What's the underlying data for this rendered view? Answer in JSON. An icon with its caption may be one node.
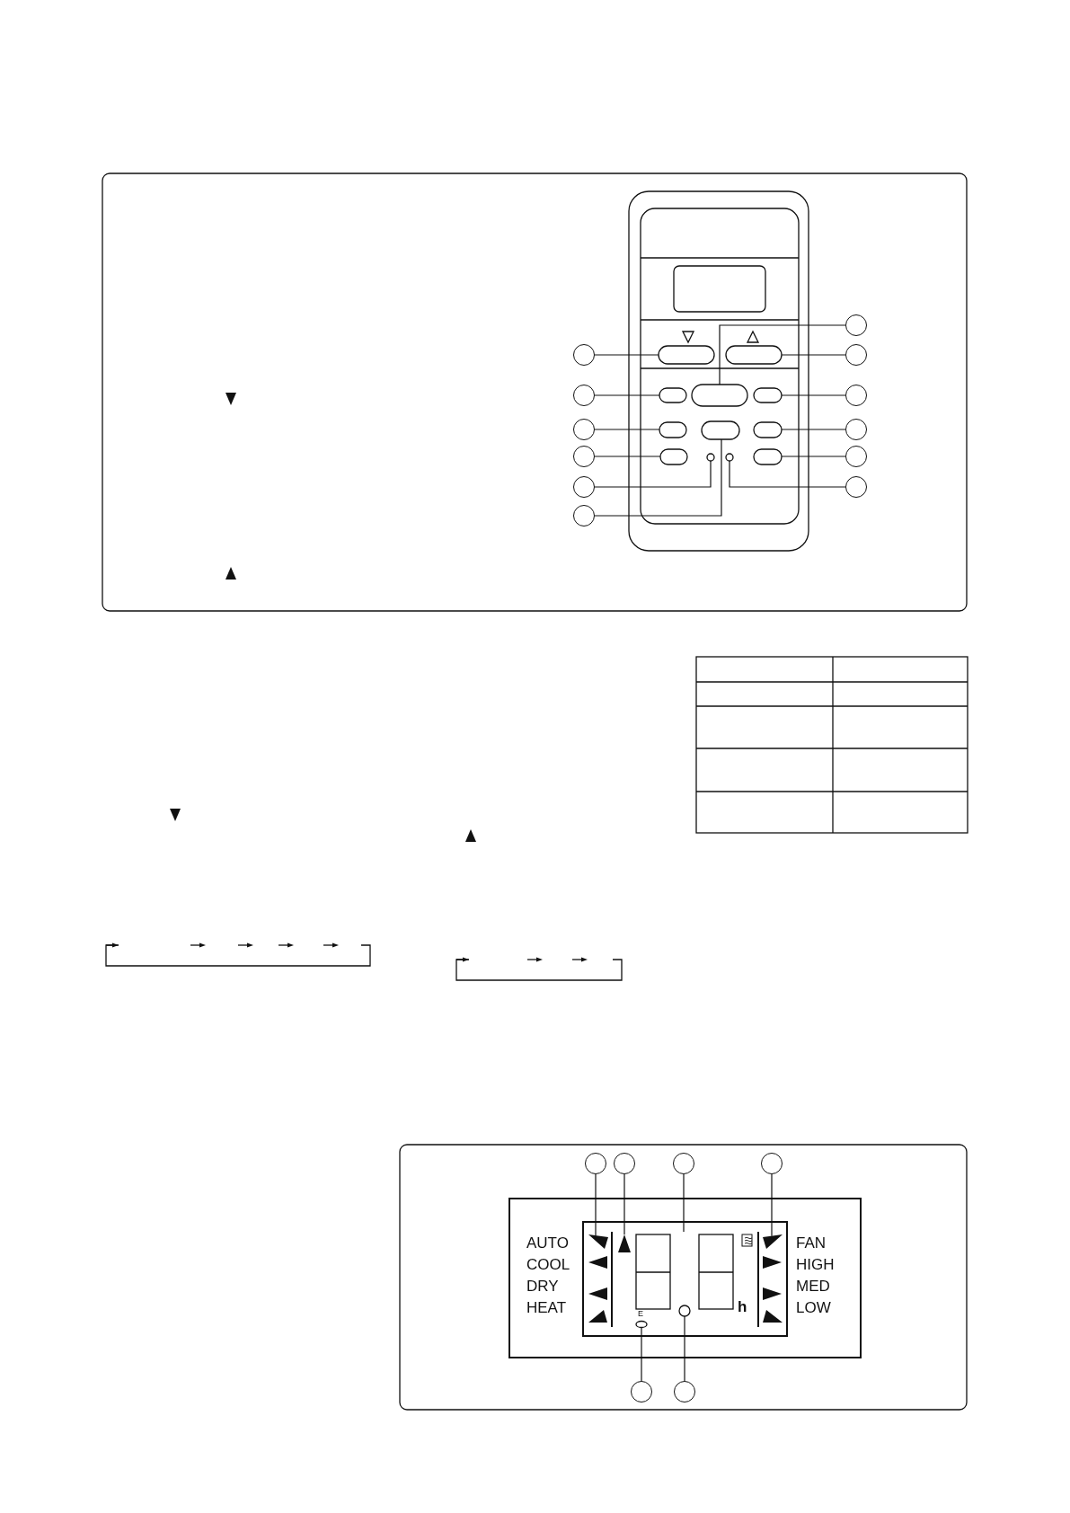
{
  "diagram": {
    "nodes": [
      {
        "text": [],
        "shape": "circle"
      },
      {
        "text": [],
        "shape": "circle"
      },
      {
        "text": [],
        "shape": "circle"
      },
      {
        "text": [],
        "shape": "circle"
      },
      {
        "text": [],
        "shape": "circle"
      },
      {
        "text": [],
        "shape": "circle"
      },
      {
        "text": [],
        "shape": "circle"
      },
      {
        "text": [],
        "shape": "circle"
      },
      {
        "text": [],
        "shape": "circle"
      },
      {
        "text": [],
        "shape": "circle"
      },
      {
        "text": [],
        "shape": "circle"
      },
      {
        "text": [],
        "shape": "circle"
      },
      {
        "text": [],
        "shape": "circle"
      },
      {
        "text": [],
        "shape": "circle"
      },
      {
        "text": [],
        "shape": "circle"
      },
      {
        "text": [],
        "shape": "circle"
      },
      {
        "text": [],
        "shape": "circle"
      },
      {
        "text": [],
        "shape": "circle"
      },
      {
        "text": [],
        "shape": "box"
      },
      {
        "text": [],
        "shape": "box"
      },
      {
        "text": [],
        "shape": "box"
      },
      {
        "text": [],
        "shape": "box"
      },
      {
        "text": [],
        "shape": "circle"
      },
      {
        "text": [],
        "shape": "box"
      },
      {
        "text": [],
        "shape": "box"
      },
      {
        "text": [],
        "shape": "box"
      },
      {
        "text": [],
        "shape": "box"
      },
      {
        "text": [],
        "shape": "box"
      },
      {
        "text": [],
        "shape": "box"
      },
      {
        "text": [],
        "shape": "circle"
      },
      {
        "text": [],
        "shape": "triangle"
      },
      {
        "text": [],
        "shape": "triangle"
      },
      {
        "text": [],
        "shape": "triangle"
      },
      {
        "text": [],
        "shape": "ellipse"
      },
      {
        "text": [],
        "shape": "circle"
      }
    ],
    "edges": [
      {
        "from": 0,
        "to": 18,
        "arrow": "none"
      },
      {
        "from": 1,
        "to": 19,
        "arrow": "none"
      },
      {
        "from": 2,
        "to": 20,
        "arrow": "none"
      },
      {
        "from": 3,
        "to": 21,
        "arrow": "none"
      },
      {
        "from": 4,
        "to": 22,
        "arrow": "none"
      },
      {
        "from": 5,
        "to": 23,
        "arrow": "none"
      },
      {
        "from": 6,
        "to": 24,
        "arrow": "none"
      },
      {
        "from": 7,
        "to": 25,
        "arrow": "none"
      },
      {
        "from": 8,
        "to": 26,
        "arrow": "none"
      },
      {
        "from": 9,
        "to": 27,
        "arrow": "none"
      },
      {
        "from": 10,
        "to": 28,
        "arrow": "none"
      },
      {
        "from": 11,
        "to": 29,
        "arrow": "none"
      },
      {
        "from": 12,
        "to": 30,
        "arrow": "none"
      },
      {
        "from": 13,
        "to": 31,
        "arrow": "none"
      },
      {
        "from": 14,
        "to": null,
        "arrow": "none"
      },
      {
        "from": 15,
        "to": 32,
        "arrow": "none"
      },
      {
        "from": 16,
        "to": 33,
        "arrow": "none"
      },
      {
        "from": 17,
        "to": 34,
        "arrow": "none"
      }
    ],
    "labels": [
      "AUTO",
      "COOL",
      "DRY",
      "HEAT",
      "FAN",
      "HIGH",
      "MED",
      "LOW",
      "h",
      "E"
    ]
  }
}
